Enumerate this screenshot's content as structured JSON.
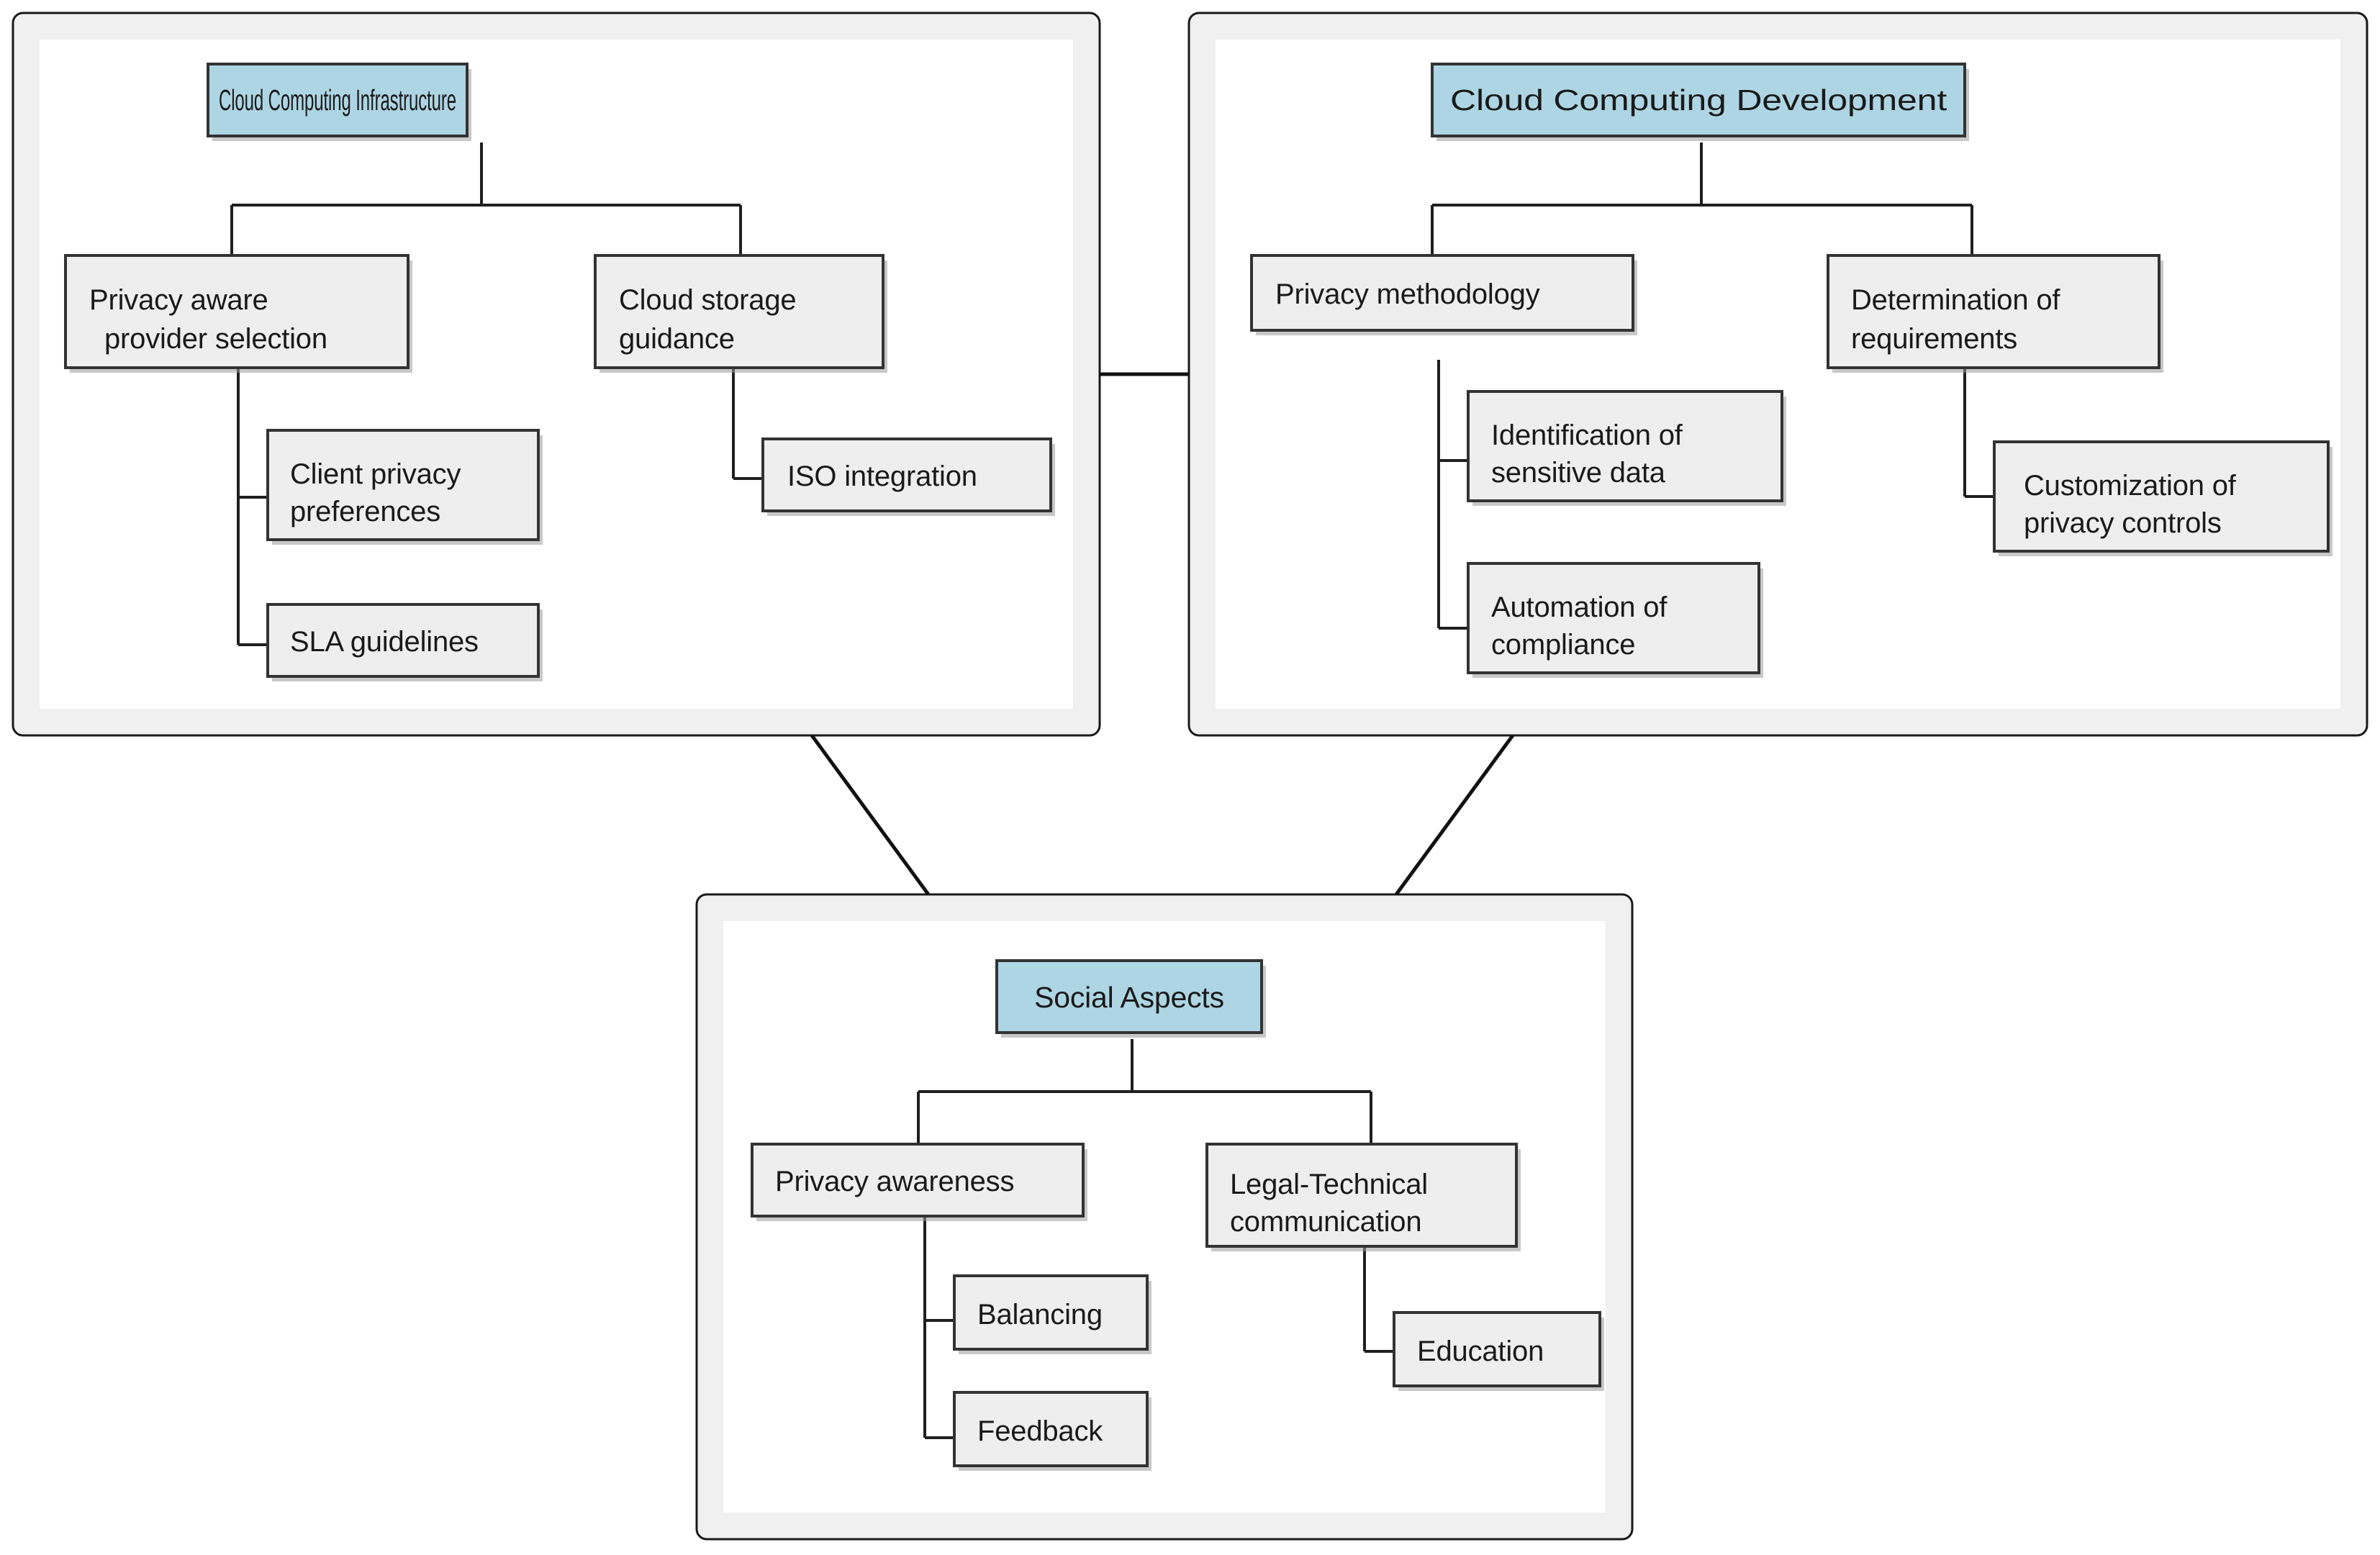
{
  "figure": {
    "title": "Cloud privacy framework concept map",
    "background_color": "#ffffff",
    "panel_fill": "#f0f0f0",
    "panel_inner_fill": "#ffffff",
    "panel_border_color": "#1a1a1a",
    "header_box_color": "#aed5e3",
    "node_box_color": "#eeeeee",
    "node_border_color": "#333333",
    "connector_color": "#1f1f1f"
  },
  "panels": [
    {
      "id": "infrastructure",
      "name": "Cloud Computing Infrastructure panel",
      "root": {
        "label": "Cloud Computing Infrastructure",
        "type": "header"
      },
      "branches": [
        {
          "label": "Privacy aware\nprovider selection",
          "line1": "Privacy aware",
          "line2": "provider selection",
          "children": [
            {
              "label": "Client privacy\npreferences",
              "line1": "Client privacy",
              "line2": "preferences"
            },
            {
              "label": "SLA guidelines",
              "line1": "SLA guidelines",
              "line2": ""
            }
          ]
        },
        {
          "label": "Cloud storage\nguidance",
          "line1": "Cloud storage",
          "line2": "guidance",
          "children": [
            {
              "label": "ISO integration",
              "line1": "ISO integration",
              "line2": ""
            }
          ]
        }
      ]
    },
    {
      "id": "development",
      "name": "Cloud Computing Development panel",
      "root": {
        "label": "Cloud Computing Development",
        "type": "header"
      },
      "branches": [
        {
          "label": "Privacy methodology",
          "line1": "Privacy methodology",
          "line2": "",
          "children": [
            {
              "label": "Identification of\nsensitive data",
              "line1": "Identification of",
              "line2": "sensitive data"
            },
            {
              "label": "Automation of\ncompliance",
              "line1": "Automation of",
              "line2": "compliance"
            }
          ]
        },
        {
          "label": "Determination of\nrequirements",
          "line1": "Determination of",
          "line2": "requirements",
          "children": [
            {
              "label": "Customization of\nprivacy controls",
              "line1": "Customization of",
              "line2": "privacy controls"
            }
          ]
        }
      ]
    },
    {
      "id": "social",
      "name": "Social Aspects panel",
      "root": {
        "label": "Social Aspects",
        "type": "header"
      },
      "branches": [
        {
          "label": "Privacy awareness",
          "line1": "Privacy awareness",
          "line2": "",
          "children": [
            {
              "label": "Balancing",
              "line1": "Balancing",
              "line2": ""
            },
            {
              "label": "Feedback",
              "line1": "Feedback",
              "line2": ""
            }
          ]
        },
        {
          "label": "Legal-Technical\ncommunication",
          "line1": "Legal-Technical",
          "line2": "communication",
          "children": [
            {
              "label": "Education",
              "line1": "Education",
              "line2": ""
            }
          ]
        }
      ]
    }
  ],
  "labels": {
    "p0_root": "Cloud Computing Infrastructure",
    "p0_b0_l1": "Privacy aware",
    "p0_b0_l2": "provider selection",
    "p0_b0_c0_l1": "Client privacy",
    "p0_b0_c0_l2": "preferences",
    "p0_b0_c1_l1": "SLA guidelines",
    "p0_b1_l1": "Cloud storage",
    "p0_b1_l2": "guidance",
    "p0_b1_c0_l1": "ISO integration",
    "p1_root": "Cloud Computing Development",
    "p1_b0_l1": "Privacy methodology",
    "p1_b0_c0_l1": "Identification of",
    "p1_b0_c0_l2": "sensitive data",
    "p1_b0_c1_l1": "Automation of",
    "p1_b0_c1_l2": "compliance",
    "p1_b1_l1": "Determination of",
    "p1_b1_l2": "requirements",
    "p1_b1_c0_l1": "Customization of",
    "p1_b1_c0_l2": "privacy controls",
    "p2_root": "Social Aspects",
    "p2_b0_l1": "Privacy awareness",
    "p2_b0_c0_l1": "Balancing",
    "p2_b0_c1_l1": "Feedback",
    "p2_b1_l1": "Legal-Technical",
    "p2_b1_l2": "communication",
    "p2_b1_c0_l1": "Education"
  }
}
